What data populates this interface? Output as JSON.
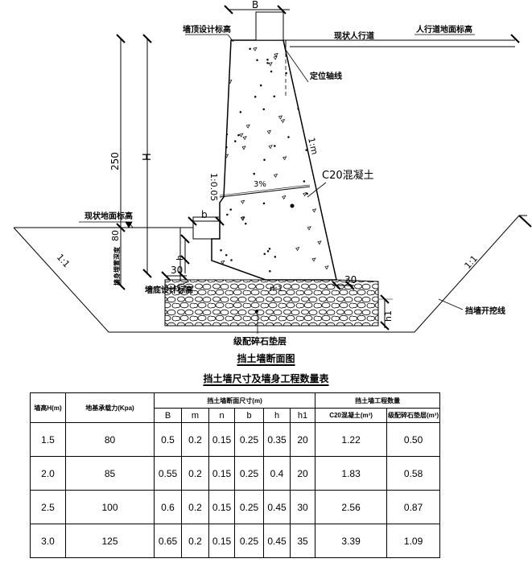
{
  "drawing": {
    "labels": {
      "wall_top_design_elev": "墙顶设计标高",
      "existing_sidewalk": "现状人行道",
      "sidewalk_ground_elev": "人行道地面标高",
      "positioning_axis": "定位轴线",
      "existing_ground_elev": "现状地面标高",
      "concrete": "C20混凝土",
      "wall_bottom_design_elev": "墙底设计标高",
      "gravel_cushion": "级配碎石垫层",
      "excavation_line": "挡墙开挖线",
      "buried_depth": "墙身埋置深度",
      "section_title": "挡土墙断面图"
    },
    "dimensions": {
      "B": "B",
      "H": "H",
      "b": "b",
      "h": "h",
      "h1": "h1",
      "d250": "250",
      "d30_left": "30",
      "d30_right": "30",
      "d80": "80",
      "slope_front": "1:0.05",
      "slope_back": "1:m",
      "slope_left": "1:1",
      "slope_right": "1:1",
      "slope_base": "n:1",
      "grade": "3%"
    }
  },
  "table": {
    "title": "挡土墙尺寸及墙身工程数量表",
    "headers": {
      "height": "墙高H(m)",
      "bearing": "地基承载力(Kpa)",
      "dims_group": "挡土墙断面尺寸(m)",
      "qty_group": "挡土墙工程数量",
      "B": "B",
      "m": "m",
      "n": "n",
      "b": "b",
      "h": "h",
      "h1": "h1",
      "c20": "C20混凝土(m³)",
      "gravel": "级配碎石垫层(m³)"
    },
    "rows": [
      {
        "H": "1.5",
        "bearing": "80",
        "B": "0.5",
        "m": "0.2",
        "n": "0.15",
        "b": "0.25",
        "h": "0.35",
        "h1": "20",
        "c20": "1.22",
        "gravel": "0.50"
      },
      {
        "H": "2.0",
        "bearing": "85",
        "B": "0.55",
        "m": "0.2",
        "n": "0.15",
        "b": "0.25",
        "h": "0.4",
        "h1": "20",
        "c20": "1.83",
        "gravel": "0.58"
      },
      {
        "H": "2.5",
        "bearing": "100",
        "B": "0.6",
        "m": "0.2",
        "n": "0.15",
        "b": "0.25",
        "h": "0.45",
        "h1": "30",
        "c20": "2.56",
        "gravel": "0.87"
      },
      {
        "H": "3.0",
        "bearing": "125",
        "B": "0.65",
        "m": "0.2",
        "n": "0.15",
        "b": "0.25",
        "h": "0.45",
        "h1": "35",
        "c20": "3.39",
        "gravel": "1.09"
      }
    ]
  }
}
